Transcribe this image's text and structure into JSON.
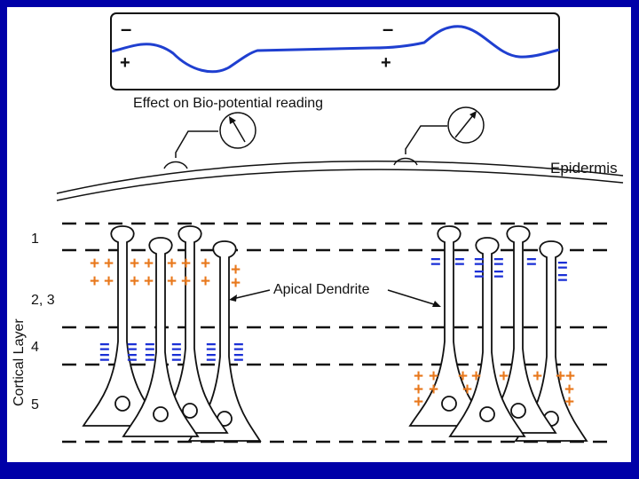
{
  "wave_box": {
    "caption": "Effect on Bio-potential reading",
    "left_negative": "–",
    "left_positive": "+",
    "right_negative": "–",
    "right_positive": "+",
    "wave_color": "#1f3fd0"
  },
  "skin": {
    "epidermis_label": "Epidermis"
  },
  "cortex": {
    "axis_label": "Cortical Layer",
    "layers": [
      "1",
      "2, 3",
      "4",
      "5"
    ],
    "apical_label": "Apical Dendrite",
    "positive_sign": "+",
    "negative_sign": "=",
    "positive_color": "#e8781c",
    "negative_color": "#1a2fd6"
  },
  "icons": {
    "left_electrode": "meter-gauge-icon",
    "right_electrode": "meter-gauge-icon"
  }
}
